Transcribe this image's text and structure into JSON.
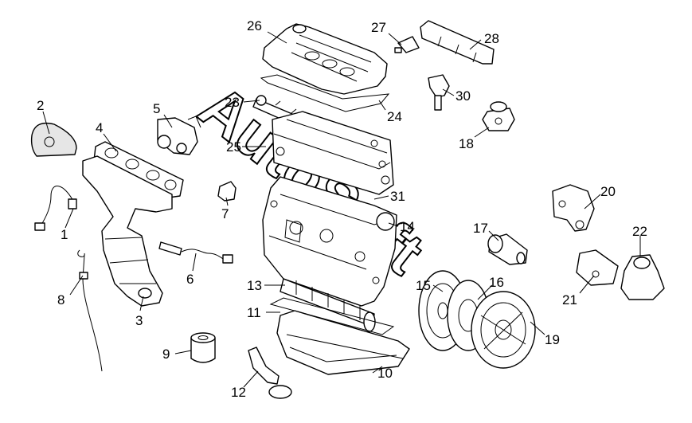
{
  "watermark": "AutoSoft",
  "callouts": [
    {
      "id": "c1",
      "label": "1"
    },
    {
      "id": "c2",
      "label": "2"
    },
    {
      "id": "c3",
      "label": "3"
    },
    {
      "id": "c4",
      "label": "4"
    },
    {
      "id": "c5",
      "label": "5"
    },
    {
      "id": "c6",
      "label": "6"
    },
    {
      "id": "c7",
      "label": "7"
    },
    {
      "id": "c8",
      "label": "8"
    },
    {
      "id": "c9",
      "label": "9"
    },
    {
      "id": "c10",
      "label": "10"
    },
    {
      "id": "c11",
      "label": "11"
    },
    {
      "id": "c12",
      "label": "12"
    },
    {
      "id": "c13",
      "label": "13"
    },
    {
      "id": "c14",
      "label": "14"
    },
    {
      "id": "c15",
      "label": "15"
    },
    {
      "id": "c16",
      "label": "16"
    },
    {
      "id": "c17",
      "label": "17"
    },
    {
      "id": "c18",
      "label": "18"
    },
    {
      "id": "c19",
      "label": "19"
    },
    {
      "id": "c20",
      "label": "20"
    },
    {
      "id": "c21",
      "label": "21"
    },
    {
      "id": "c22",
      "label": "22"
    },
    {
      "id": "c23",
      "label": "23"
    },
    {
      "id": "c24",
      "label": "24"
    },
    {
      "id": "c25",
      "label": "25"
    },
    {
      "id": "c26",
      "label": "26"
    },
    {
      "id": "c27",
      "label": "27"
    },
    {
      "id": "c28",
      "label": "28"
    },
    {
      "id": "c30",
      "label": "30"
    },
    {
      "id": "c31",
      "label": "31"
    }
  ]
}
